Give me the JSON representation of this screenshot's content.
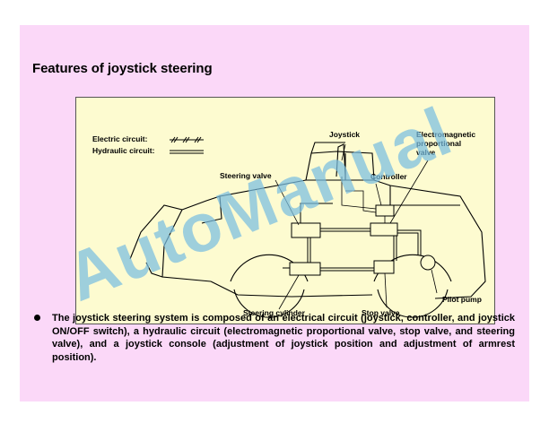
{
  "title": "Features of joystick steering",
  "diagram": {
    "legend_electric": "Electric circuit:",
    "legend_hydraulic": "Hydraulic circuit:",
    "labels": {
      "joystick": "Joystick",
      "electromagnetic_line1": "Electromagnetic",
      "electromagnetic_line2": "proportional",
      "electromagnetic_line3": "valve",
      "steering_valve": "Steering valve",
      "controller": "Controller",
      "pilot_pump": "Pilot pump",
      "steering_cylinder": "Steering cylinder",
      "stop_valve": "Stop valve"
    }
  },
  "watermark": "AutoManual",
  "bullet": "The joystick steering system is composed of an electrical circuit (joystick, controller, and joystick ON/OFF switch), a hydraulic circuit (electromagnetic proportional valve, stop valve, and steering valve), and a joystick console (adjustment of joystick position and adjustment of armrest position).",
  "colors": {
    "slide_bg": "#fbd8f8",
    "diagram_bg": "#fdfbd0",
    "watermark": "#78bee1"
  }
}
